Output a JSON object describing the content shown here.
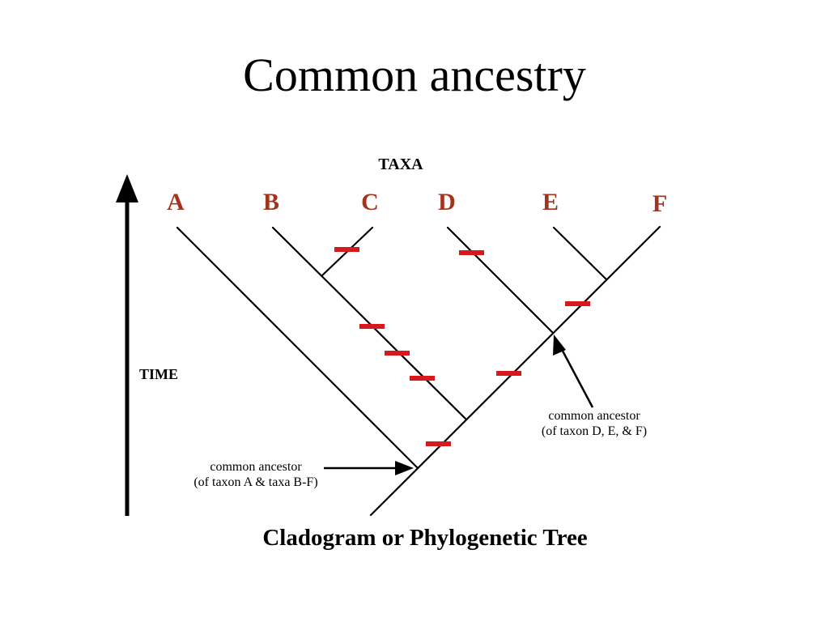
{
  "slide": {
    "title": "Common ancestry",
    "caption": "Cladogram or Phylogenetic Tree"
  },
  "diagram": {
    "taxa_heading": "TAXA",
    "time_label": "TIME",
    "taxa": [
      "A",
      "B",
      "C",
      "D",
      "E",
      "F"
    ],
    "annotations": {
      "ancestor_abf": {
        "line1": "common ancestor",
        "line2": "(of taxon A & taxa B-F)"
      },
      "ancestor_def": {
        "line1": "common ancestor",
        "line2": "(of taxon D, E, & F)"
      }
    },
    "colors": {
      "branch": "#000000",
      "trait_mark": "#d7191c",
      "taxon_label": "#a0341c"
    }
  }
}
